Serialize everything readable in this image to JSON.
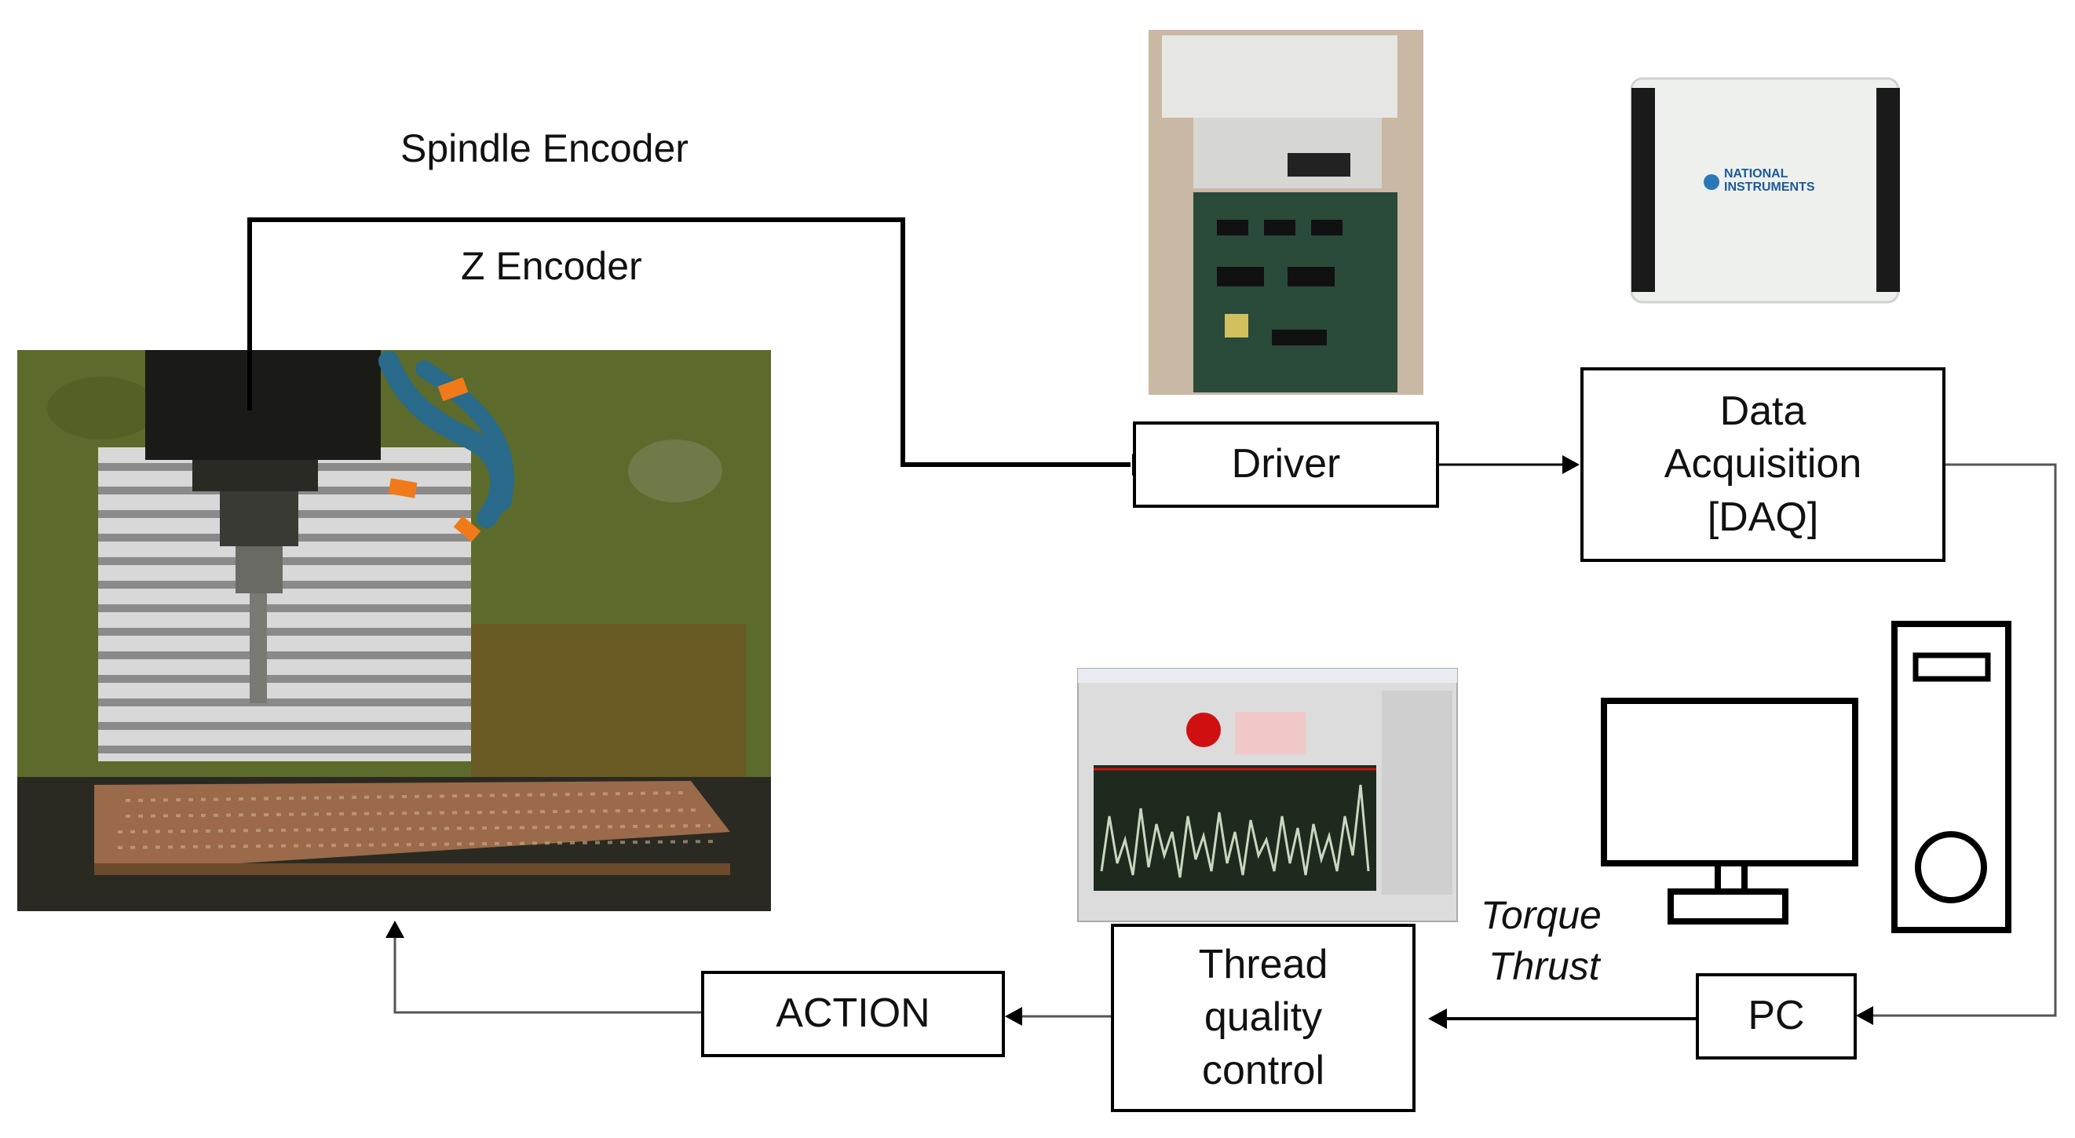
{
  "labels": {
    "spindle_encoder": "Spindle Encoder",
    "z_encoder": "Z Encoder",
    "torque": "Torque",
    "thrust": "Thrust"
  },
  "boxes": {
    "driver": "Driver",
    "daq": "Data\nAcquisition\n[DAQ]",
    "pc": "PC",
    "thread_quality": "Thread\nquality\ncontrol",
    "action": "ACTION"
  },
  "photos": {
    "machine": "cnc-tapping-machine-photo",
    "driver_unit": "servo-driver-board-photo",
    "daq_device": "ni-daq-device-photo",
    "screen": "labview-interface-screenshot",
    "computer": "desktop-computer-icon"
  },
  "daq_device_text": {
    "brand_line1": "NATIONAL",
    "brand_line2": "INSTRUMENTS"
  },
  "colors": {
    "line": "#000000",
    "thin_line": "#555555",
    "machine_wall": "#5a6a2a",
    "coolant_hose": "#2a6a8a",
    "coolant_tip": "#f07a1a",
    "workpiece": "#9a6a4a",
    "alarm_red": "#d01010",
    "graph_bg": "#1e2a1e",
    "graph_line": "#c8d8c0"
  }
}
